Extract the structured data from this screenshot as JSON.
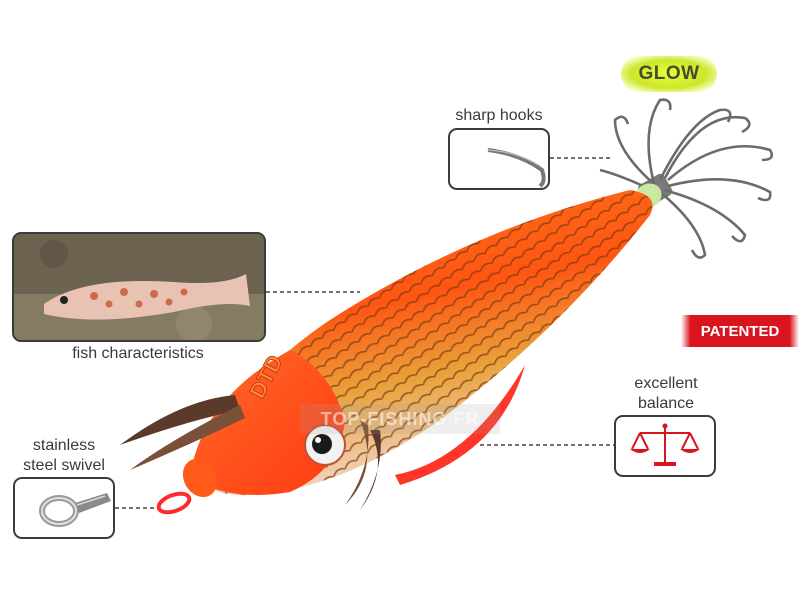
{
  "badges": {
    "glow": "GLOW",
    "patented": "PATENTED"
  },
  "watermark": "TOP-FISHING.FR",
  "lure_brand_mark": "DTD",
  "callouts": {
    "sharp_hooks": "sharp hooks",
    "fish_characteristics": "fish characteristics",
    "excellent_balance_line1": "excellent",
    "excellent_balance_line2": "balance",
    "swivel_line1": "stainless",
    "swivel_line2": "steel swivel"
  },
  "colors": {
    "lure_orange": "#ff5a14",
    "lure_gold": "#e8b030",
    "accent_red": "#d9141e",
    "glow_yellow": "#dcff3a",
    "outline": "#3b3b3b"
  },
  "icons": [
    "hook-icon",
    "balance-scale-icon",
    "swivel-ring-icon",
    "fish-photo"
  ]
}
